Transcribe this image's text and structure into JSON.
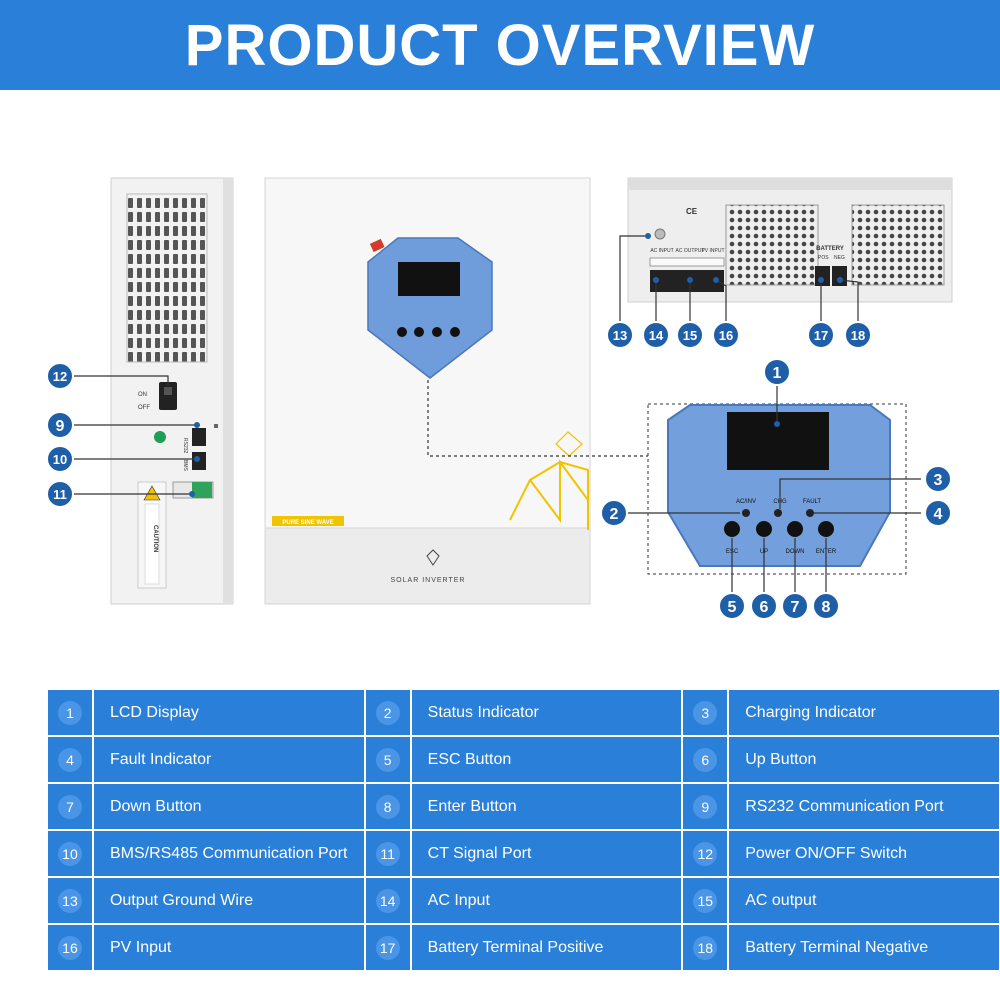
{
  "header": {
    "title": "PRODUCT OVERVIEW"
  },
  "device": {
    "side_labels": {
      "on": "ON",
      "off": "OFF",
      "rs232": "RS232",
      "bms": "BMS",
      "caution": "CAUTION"
    },
    "front_labels": {
      "band": "PURE SINE WAVE",
      "brand": "SOLAR INVERTER"
    },
    "panel": {
      "ind_ac": "AC/INV",
      "ind_chg": "CHG",
      "ind_fault": "FAULT",
      "btn_esc": "ESC",
      "btn_up": "UP",
      "btn_down": "DOWN",
      "btn_enter": "ENTER"
    },
    "bottom_labels": {
      "ce": "CE",
      "ac_input": "AC INPUT",
      "ac_output": "AC OUTPUT",
      "pv_input": "PV INPUT",
      "battery": "BATTERY",
      "pos": "POS",
      "neg": "NEG"
    }
  },
  "callouts": [
    "1",
    "2",
    "3",
    "4",
    "5",
    "6",
    "7",
    "8",
    "9",
    "10",
    "11",
    "12",
    "13",
    "14",
    "15",
    "16",
    "17",
    "18"
  ],
  "legend": [
    [
      {
        "n": "1",
        "label": "LCD Display"
      },
      {
        "n": "2",
        "label": "Status Indicator"
      },
      {
        "n": "3",
        "label": "Charging Indicator"
      }
    ],
    [
      {
        "n": "4",
        "label": "Fault Indicator"
      },
      {
        "n": "5",
        "label": "ESC Button"
      },
      {
        "n": "6",
        "label": "Up Button"
      }
    ],
    [
      {
        "n": "7",
        "label": "Down Button"
      },
      {
        "n": "8",
        "label": "Enter Button"
      },
      {
        "n": "9",
        "label": "RS232 Communication Port"
      }
    ],
    [
      {
        "n": "10",
        "label": "BMS/RS485 Communication Port"
      },
      {
        "n": "11",
        "label": "CT Signal Port"
      },
      {
        "n": "12",
        "label": "Power ON/OFF Switch"
      }
    ],
    [
      {
        "n": "13",
        "label": "Output Ground Wire"
      },
      {
        "n": "14",
        "label": "AC Input"
      },
      {
        "n": "15",
        "label": "AC output"
      }
    ],
    [
      {
        "n": "16",
        "label": "PV Input"
      },
      {
        "n": "17",
        "label": "Battery Terminal Positive"
      },
      {
        "n": "18",
        "label": "Battery Terminal Negative"
      }
    ]
  ]
}
